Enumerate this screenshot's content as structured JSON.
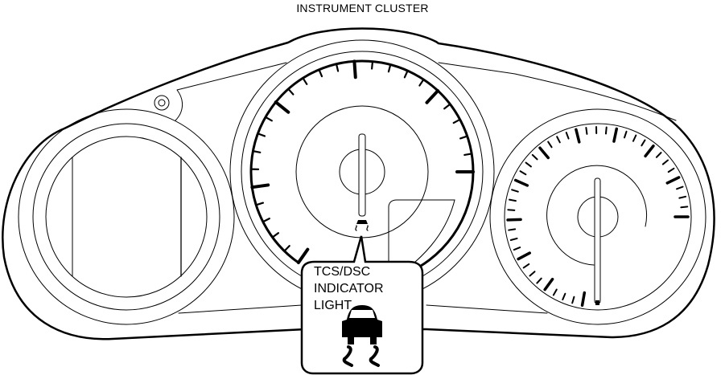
{
  "diagram": {
    "title": "INSTRUMENT CLUSTER",
    "callout": {
      "lines": [
        "TCS/DSC",
        "INDICATOR",
        "LIGHT"
      ],
      "icon": "tcs-dsc-skidding-car-icon"
    },
    "components": [
      {
        "name": "left-gauge",
        "description": "multi-information display window"
      },
      {
        "name": "center-gauge",
        "description": "tachometer with needle"
      },
      {
        "name": "right-gauge",
        "description": "speedometer with needle"
      },
      {
        "name": "trip-knob",
        "description": "small round button top-left"
      }
    ],
    "colors": {
      "line": "#000000",
      "background": "#ffffff"
    }
  }
}
